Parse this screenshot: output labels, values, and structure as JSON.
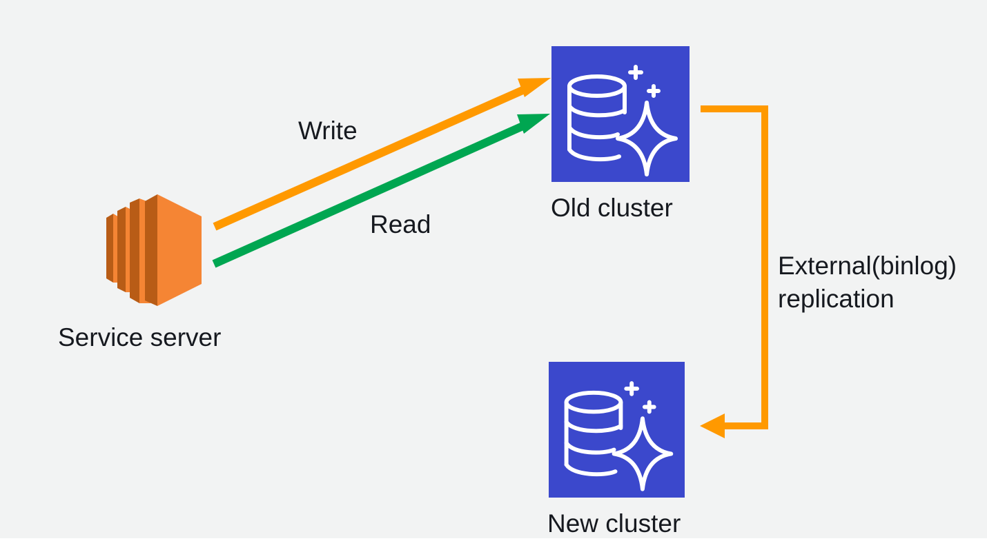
{
  "colors": {
    "background": "#f2f3f3",
    "write_arrow": "#ff9900",
    "read_arrow": "#00a651",
    "replication_arrow": "#ff9900",
    "database_icon_bg": "#3b48cc",
    "server_icon": "#f58534"
  },
  "nodes": {
    "service_server": {
      "label": "Service server",
      "icon": "server-icon"
    },
    "old_cluster": {
      "label": "Old cluster",
      "icon": "database-icon"
    },
    "new_cluster": {
      "label": "New cluster",
      "icon": "database-icon"
    }
  },
  "edges": {
    "write": {
      "label": "Write",
      "from": "Service server",
      "to": "Old cluster"
    },
    "read": {
      "label": "Read",
      "from": "Service server",
      "to": "Old cluster"
    },
    "replication": {
      "label_line1": "External(binlog)",
      "label_line2": "replication",
      "from": "Old cluster",
      "to": "New cluster"
    }
  }
}
